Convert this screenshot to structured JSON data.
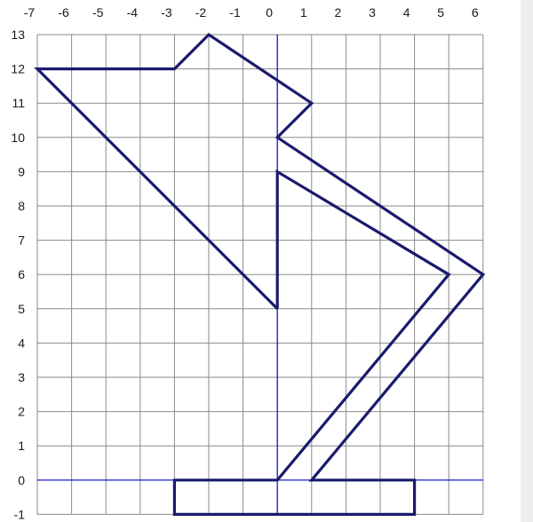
{
  "chart_data": {
    "type": "line",
    "x_ticks": [
      "-7",
      "-6",
      "-5",
      "-4",
      "-3",
      "-2",
      "-1",
      "0",
      "1",
      "2",
      "3",
      "4",
      "5",
      "6"
    ],
    "y_ticks": [
      "13",
      "12",
      "11",
      "10",
      "9",
      "8",
      "7",
      "6",
      "5",
      "4",
      "3",
      "2",
      "1",
      "0",
      "-1"
    ],
    "xlim": [
      -7,
      6
    ],
    "ylim": [
      -1,
      13
    ],
    "grid": true,
    "axes_color": "#0000cc",
    "grid_color": "#8a8a8a",
    "shape_color": "#1a1a6e",
    "polylines": [
      {
        "points": [
          [
            0,
            5
          ],
          [
            -7,
            12
          ],
          [
            -3,
            12
          ],
          [
            -2,
            13
          ],
          [
            1,
            11
          ],
          [
            0,
            10
          ],
          [
            6,
            6
          ],
          [
            1,
            0
          ],
          [
            4,
            0
          ],
          [
            4,
            -1
          ],
          [
            -3,
            -1
          ],
          [
            -3,
            0
          ],
          [
            0,
            0
          ],
          [
            5,
            6
          ],
          [
            0,
            9
          ],
          [
            0,
            5
          ]
        ]
      }
    ]
  }
}
